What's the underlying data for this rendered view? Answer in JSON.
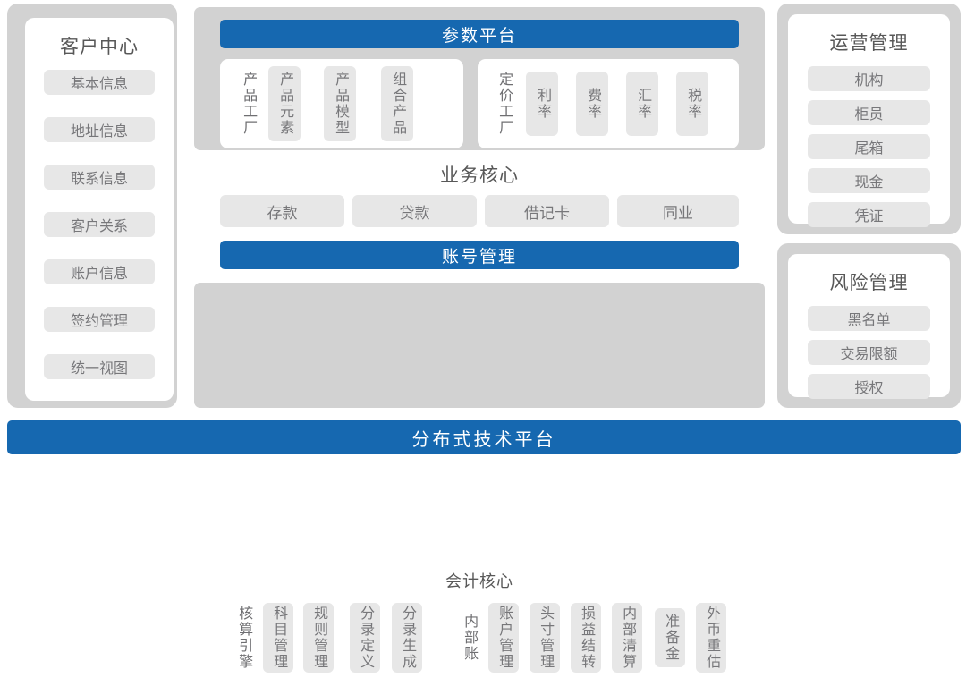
{
  "theme": {
    "accent_blue": "#1668b0",
    "frame_gray": "#d2d2d2",
    "chip_gray": "#e7e7e7",
    "text_gray": "#6f6f72",
    "title_gray": "#585858",
    "card_white": "#ffffff"
  },
  "customer_center": {
    "title": "客户中心",
    "items": [
      {
        "label": "基本信息"
      },
      {
        "label": "地址信息"
      },
      {
        "label": "联系信息"
      },
      {
        "label": "客户关系"
      },
      {
        "label": "账户信息"
      },
      {
        "label": "签约管理"
      },
      {
        "label": "统一视图"
      }
    ]
  },
  "parameter_platform": {
    "title": "参数平台",
    "groups": [
      {
        "lead": "产品工厂",
        "items": [
          {
            "label": "产品元素"
          },
          {
            "label": "产品模型"
          },
          {
            "label": "组合产品"
          }
        ]
      },
      {
        "lead": "定价工厂",
        "items": [
          {
            "label": "利率"
          },
          {
            "label": "费率"
          },
          {
            "label": "汇率"
          },
          {
            "label": "税率"
          }
        ]
      }
    ]
  },
  "business_core": {
    "title": "业务核心",
    "items": [
      {
        "label": "存款"
      },
      {
        "label": "贷款"
      },
      {
        "label": "借记卡"
      },
      {
        "label": "同业"
      }
    ],
    "account_bar": "账号管理"
  },
  "accounting_core": {
    "title": "会计核心",
    "groups": [
      {
        "lead": "核算引擎",
        "items": [
          {
            "label": "科目管理"
          },
          {
            "label": "规则管理"
          },
          {
            "label": "分录定义"
          },
          {
            "label": "分录生成"
          }
        ]
      },
      {
        "lead": "内部账",
        "items": [
          {
            "label": "账户管理"
          },
          {
            "label": "头寸管理"
          },
          {
            "label": "损益结转"
          },
          {
            "label": "内部清算"
          },
          {
            "label": "准备金"
          },
          {
            "label": "外币重估"
          }
        ]
      }
    ]
  },
  "operations_management": {
    "title": "运营管理",
    "items": [
      {
        "label": "机构"
      },
      {
        "label": "柜员"
      },
      {
        "label": "尾箱"
      },
      {
        "label": "现金"
      },
      {
        "label": "凭证"
      }
    ]
  },
  "risk_management": {
    "title": "风险管理",
    "items": [
      {
        "label": "黑名单"
      },
      {
        "label": "交易限额"
      },
      {
        "label": "授权"
      }
    ]
  },
  "platform_bar": {
    "label": "分布式技术平台"
  }
}
